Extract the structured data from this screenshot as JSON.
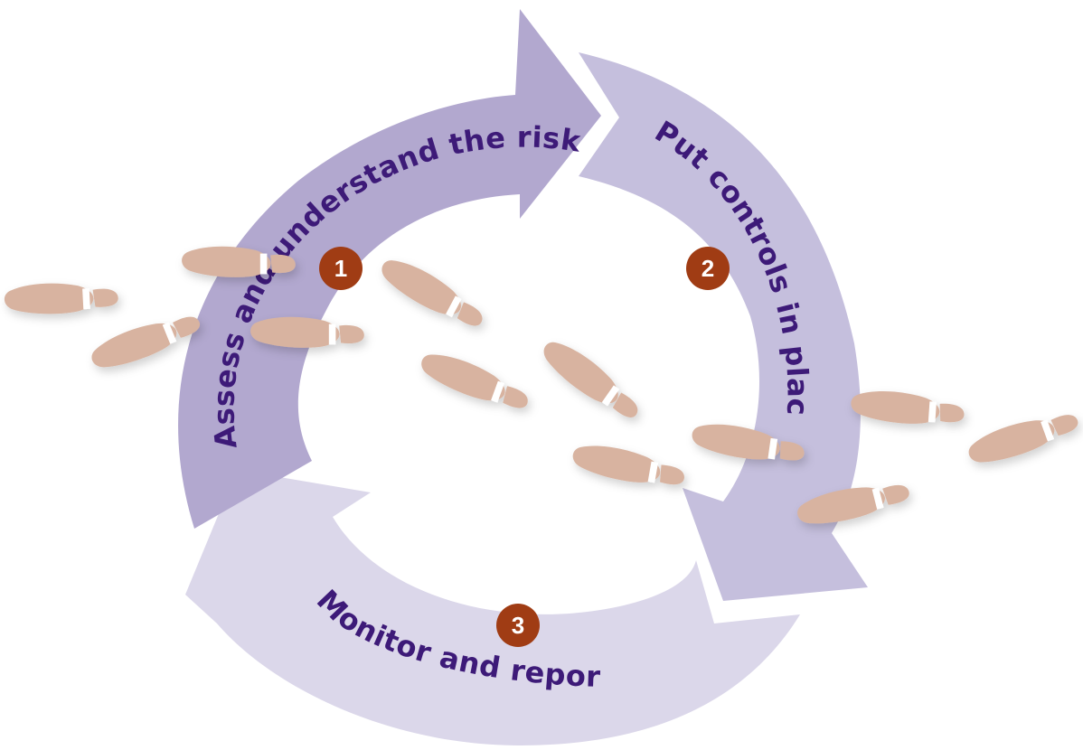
{
  "diagram": {
    "steps": [
      {
        "number": "1",
        "label": "Assess and understand the risk",
        "color": "#b2a8cf"
      },
      {
        "number": "2",
        "label": "Put controls in place",
        "color": "#c5bfdd"
      },
      {
        "number": "3",
        "label": "Monitor and report",
        "color": "#dbd7ea"
      }
    ],
    "badge_color": "#a03c14",
    "label_color": "#3d1a78",
    "footprint_color": "#d8b3a0",
    "footprint_icon": "shoe-footprint-icon"
  }
}
